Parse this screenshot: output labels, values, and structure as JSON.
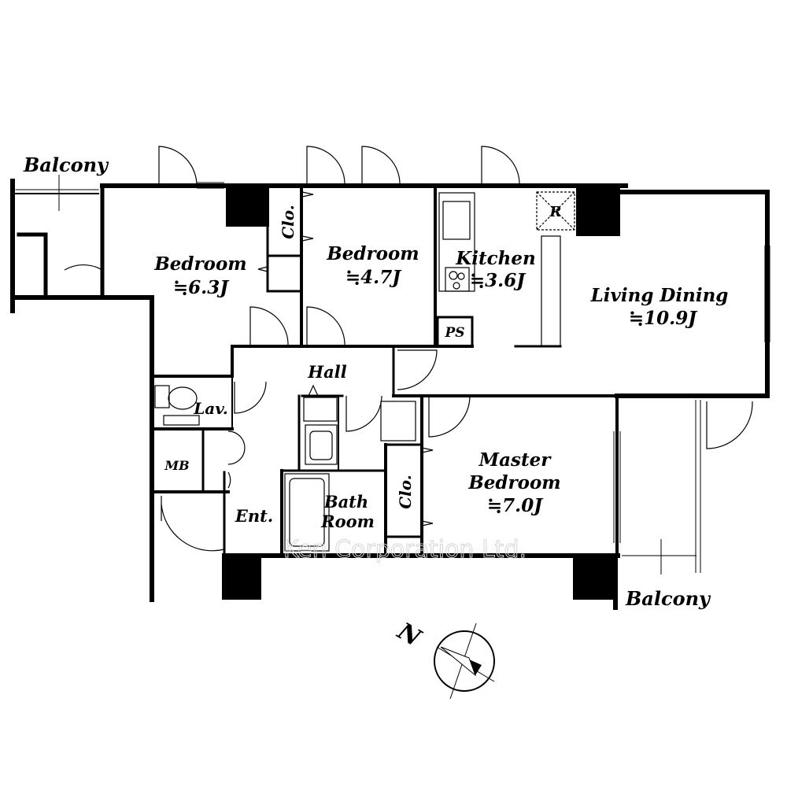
{
  "rooms": {
    "balcony_nw": "Balcony",
    "bedroom1": {
      "name": "Bedroom",
      "size": "≒6.3J"
    },
    "closet1": "Clo.",
    "bedroom2": {
      "name": "Bedroom",
      "size": "≒4.7J"
    },
    "kitchen": {
      "name": "Kitchen",
      "size": "≒3.6J"
    },
    "refrigerator": "R",
    "pipe_space": "PS",
    "living": {
      "name": "Living Dining",
      "size": "≒10.9J"
    },
    "hall": "Hall",
    "lavatory": "Lav.",
    "meter_box": "MB",
    "entrance": "Ent.",
    "bath": {
      "line1": "Bath",
      "line2": "Room"
    },
    "closet2": "Clo.",
    "master": {
      "line1": "Master",
      "line2": "Bedroom",
      "size": "≒7.0J"
    },
    "balcony_se": "Balcony"
  },
  "compass_label": "N",
  "watermark": "Ken Corporation Ltd."
}
